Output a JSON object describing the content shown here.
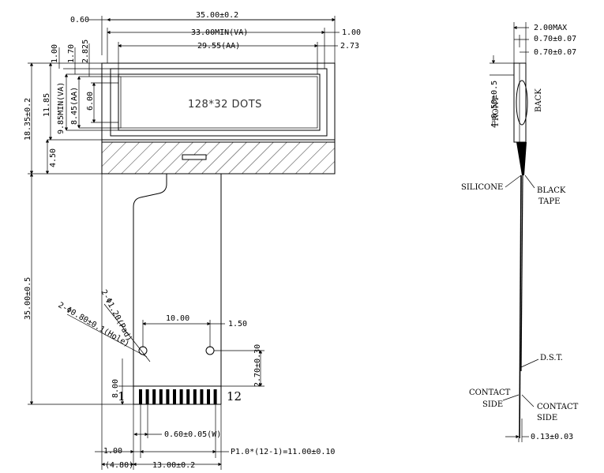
{
  "front_view": {
    "lcd_text": "128*32 DOTS",
    "pin_first": "1",
    "pin_last": "12",
    "dims": {
      "offset_left": "0.60",
      "overall_width": "35.00±0.2",
      "va_width": "33.00MIN(VA)",
      "va_margin": "1.00",
      "aa_width": "29.55(AA)",
      "aa_margin": "2.73",
      "top_margin": "1.00",
      "va_top": "1.70",
      "aa_top": "2.825",
      "total_height": "18.35±0.2",
      "glass_height": "11.85",
      "va_height": "9.85MIN(VA)",
      "aa_height": "8.45(AA)",
      "dot_height": "6.00",
      "tape_height": "4.50",
      "tail_length": "35.00±0.5",
      "pad_hole": "2-Φ1.20(Pad)",
      "hole": "2-Φ0.80±0.1(Hole)",
      "hole_pitch": "10.00",
      "hole_edge": "1.50",
      "pad_to_hole": "2.70±0.30",
      "stiffener": "8.00",
      "pin_width": "0.60±0.05(W)",
      "pitch_formula": "P1.0*(12-1)=11.00±0.10",
      "tail_edge": "1.00",
      "tail_offset": "(4.80)",
      "tail_width": "13.00±0.2"
    }
  },
  "side_view": {
    "dims": {
      "thickness": "2.00MAX",
      "glass1": "0.70±0.07",
      "glass2": "0.70±0.07",
      "edge": "4-0.50±0.5",
      "fpc": "0.13±0.03"
    },
    "labels": {
      "front": "FRONT",
      "back": "BACK",
      "silicone": "SILICONE",
      "black_tape_1": "BLACK",
      "black_tape_2": "TAPE",
      "dst": "D.S.T.",
      "contact_side_left_1": "CONTACT",
      "contact_side_left_2": "SIDE",
      "contact_side_right_1": "CONTACT",
      "contact_side_right_2": "SIDE"
    }
  }
}
